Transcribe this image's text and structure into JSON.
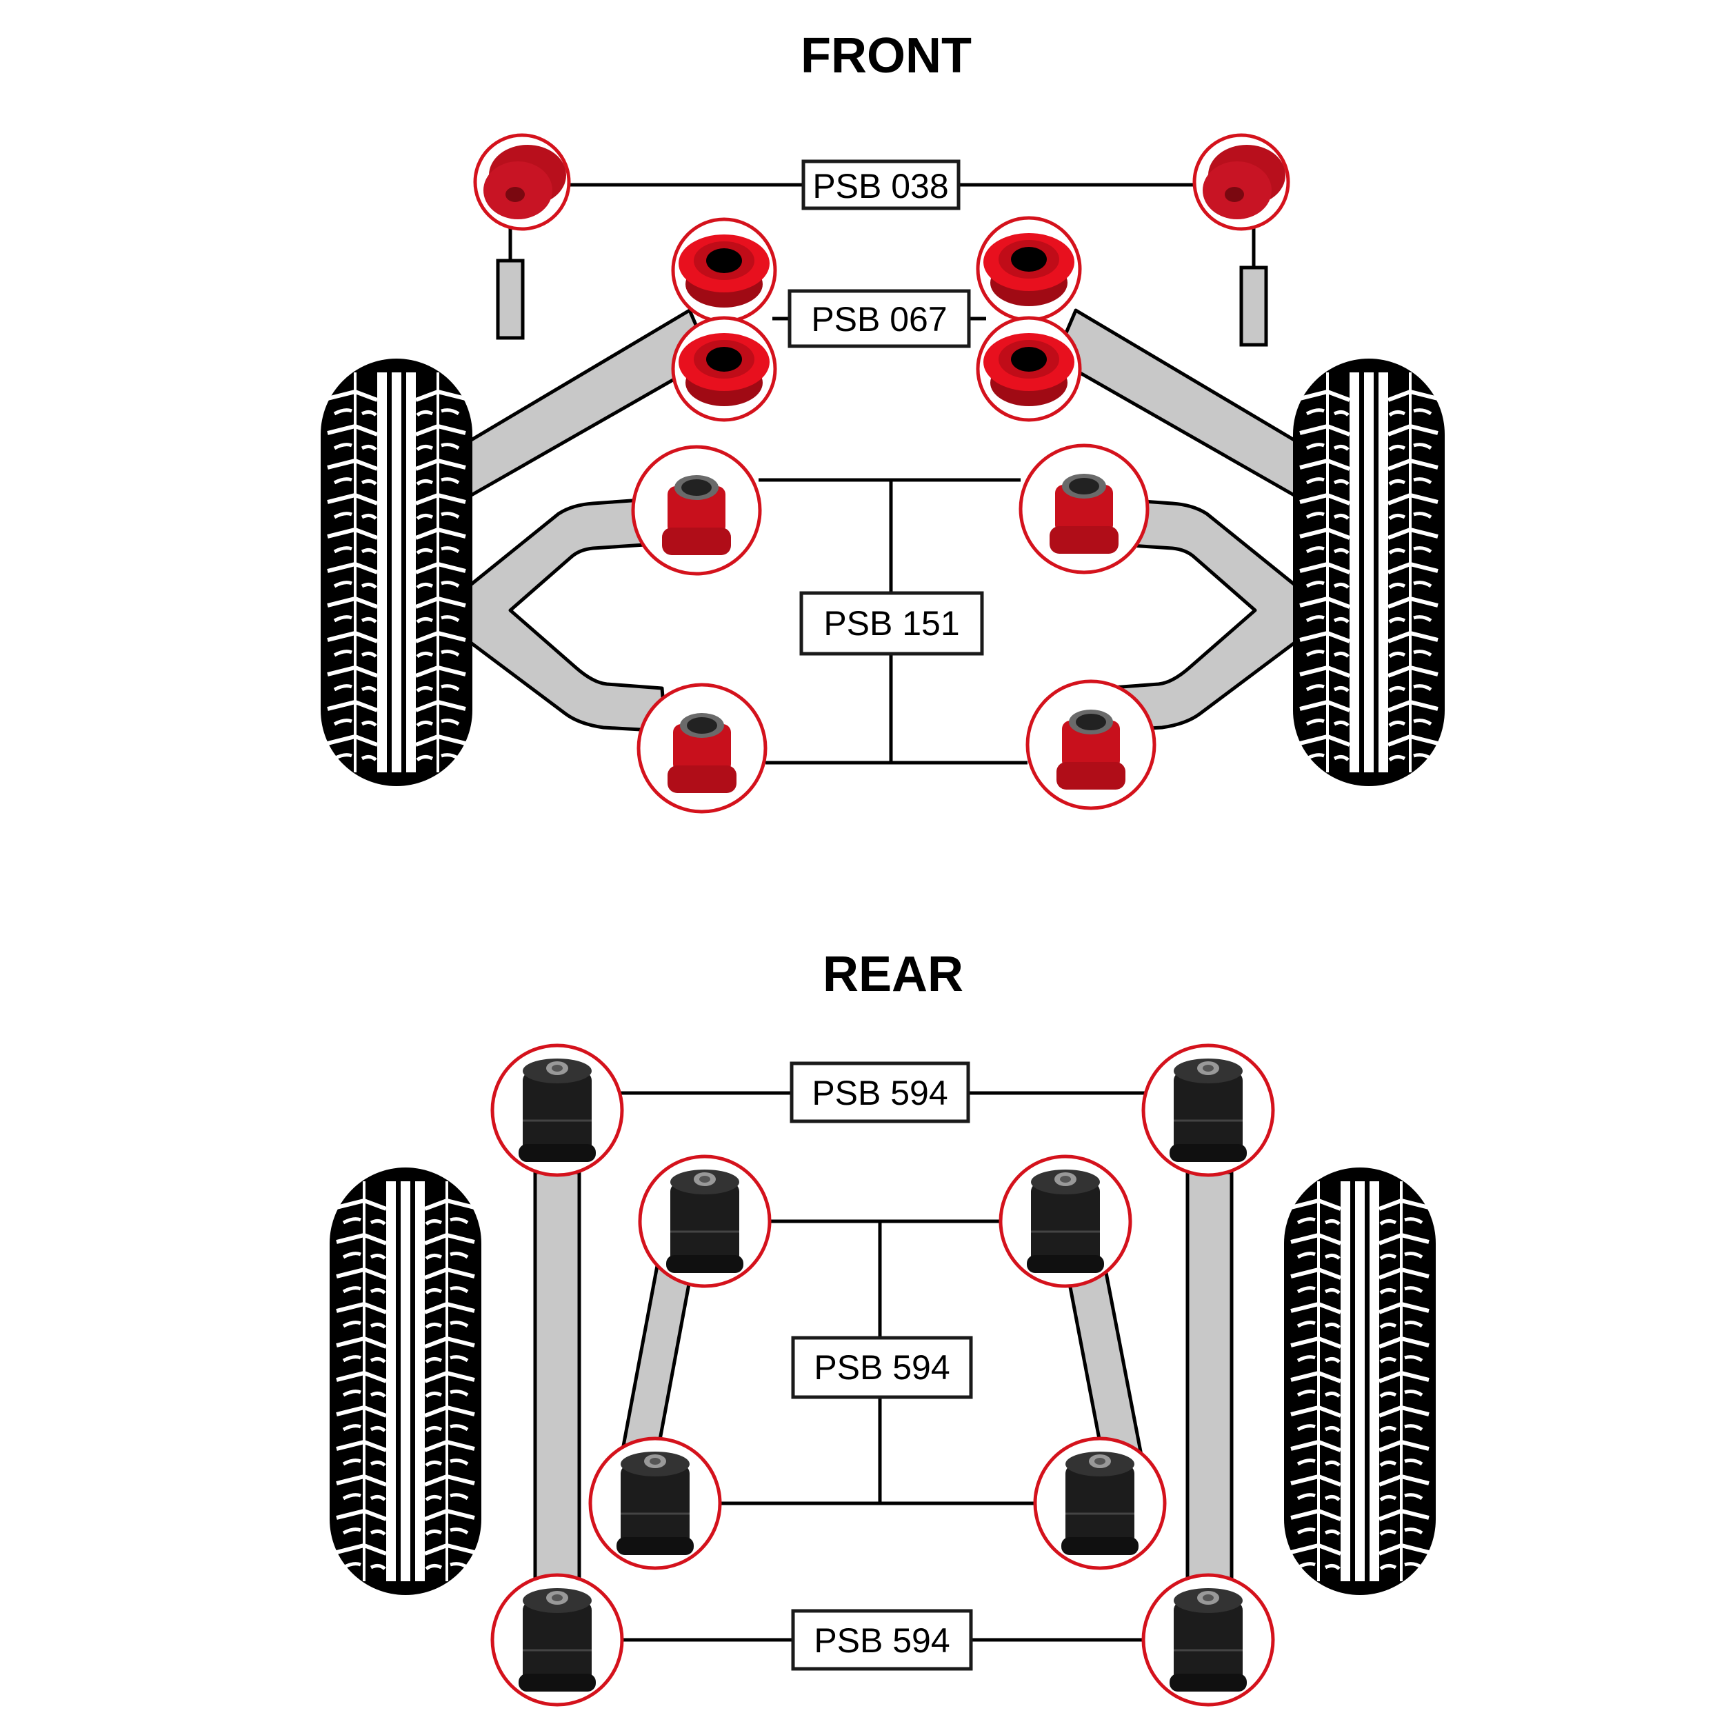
{
  "diagram": {
    "front": {
      "title": "FRONT",
      "labels": {
        "sway_bar_link": "PSB 038",
        "upper_arm": "PSB 067",
        "lower_arm": "PSB 151"
      }
    },
    "rear": {
      "title": "REAR",
      "labels": {
        "upper_link": "PSB 594",
        "middle_link": "PSB 594",
        "lower_link": "PSB 594"
      }
    },
    "colors": {
      "highlight_ring": "#d4121c",
      "red_bush": "#c8101c",
      "black_bush": "#1c1c1c",
      "arm_fill": "#c8c8c8",
      "tyre": "#000000"
    },
    "icons": {
      "tyre": "tyre-tread-icon",
      "red_bush": "red-polyurethane-bush-icon",
      "black_bush": "black-polyurethane-bush-icon"
    }
  }
}
